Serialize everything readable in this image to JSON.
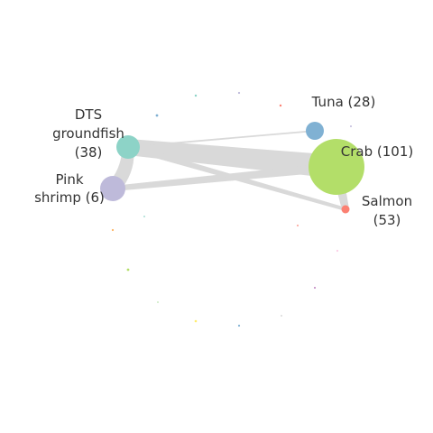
{
  "colors": {
    "edge": "#d9d9d9",
    "background": "#ffffff",
    "label": "#333333"
  },
  "nodes": [
    {
      "id": "dts",
      "label_lines": [
        "DTS",
        "groundfish",
        "(38)"
      ],
      "color": "#8dd3c7"
    },
    {
      "id": "pink",
      "label_lines": [
        "Pink",
        "shrimp (6)"
      ],
      "color": "#bebada"
    },
    {
      "id": "tuna",
      "label_lines": [
        "Tuna (28)"
      ],
      "color": "#80b1d3"
    },
    {
      "id": "crab",
      "label_lines": [
        "Crab (101)"
      ],
      "color": "#b3de69"
    },
    {
      "id": "salmon",
      "label_lines": [
        "Salmon",
        "(53)"
      ],
      "color": "#fb8072"
    }
  ],
  "edges": [
    {
      "from": "dts",
      "to": "crab"
    },
    {
      "from": "dts",
      "to": "pink"
    },
    {
      "from": "pink",
      "to": "crab"
    },
    {
      "from": "dts",
      "to": "salmon"
    },
    {
      "from": "crab",
      "to": "salmon"
    },
    {
      "from": "dts",
      "to": "tuna"
    }
  ],
  "minor_nodes": [
    {
      "color": "#8dd3c7"
    },
    {
      "color": "#bebada"
    },
    {
      "color": "#80b1d3"
    },
    {
      "color": "#fb8072"
    },
    {
      "color": "#fdb462"
    },
    {
      "color": "#b3de69"
    },
    {
      "color": "#fccde5"
    },
    {
      "color": "#bc80bd"
    },
    {
      "color": "#ccebc5"
    },
    {
      "color": "#d9d9d9"
    },
    {
      "color": "#ffed6f"
    },
    {
      "color": "#80b1d3"
    },
    {
      "color": "#bebada"
    },
    {
      "color": "#8dd3c7"
    },
    {
      "color": "#fb8072"
    }
  ]
}
